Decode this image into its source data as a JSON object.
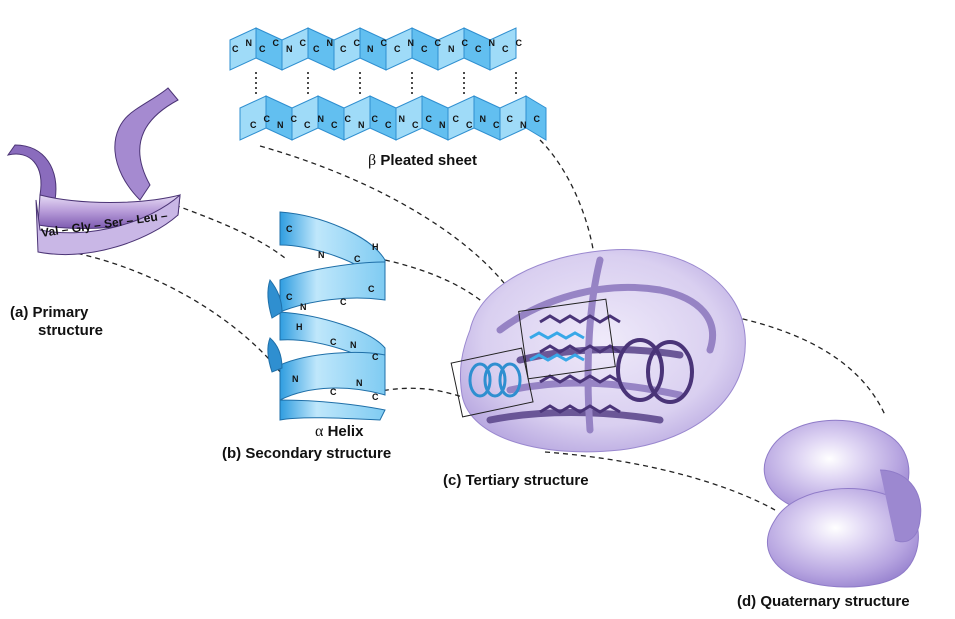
{
  "primary": {
    "label_prefix": "(a)",
    "label_line1": "Primary",
    "label_line2": "structure",
    "residues": [
      "Val",
      "Gly",
      "Ser",
      "Leu"
    ]
  },
  "sheet": {
    "greek": "β",
    "name": "Pleated sheet",
    "atoms_top": [
      "C",
      "N",
      "C",
      "C",
      "N",
      "C",
      "C",
      "N",
      "C",
      "C",
      "N",
      "C",
      "C",
      "N",
      "C",
      "C",
      "N",
      "C",
      "C",
      "N",
      "C",
      "C"
    ],
    "atoms_bottom": [
      "C",
      "C",
      "N",
      "C",
      "C",
      "N",
      "C",
      "C",
      "N",
      "C",
      "C",
      "N",
      "C",
      "C",
      "N",
      "C",
      "C",
      "N",
      "C",
      "C",
      "N",
      "C"
    ]
  },
  "helix": {
    "greek": "α",
    "name": "Helix"
  },
  "secondary": {
    "label": "(b) Secondary structure"
  },
  "tertiary": {
    "label": "(c) Tertiary structure"
  },
  "quaternary": {
    "label": "(d) Quaternary structure"
  },
  "colors": {
    "ribbon": "#9f80c8",
    "ribbon_dark": "#6a4b98",
    "sheet_blue": "#8fd3f5",
    "sheet_edge": "#2f8fd0",
    "globule": "#d8cff0",
    "quaternary": "#b9a9e3"
  }
}
